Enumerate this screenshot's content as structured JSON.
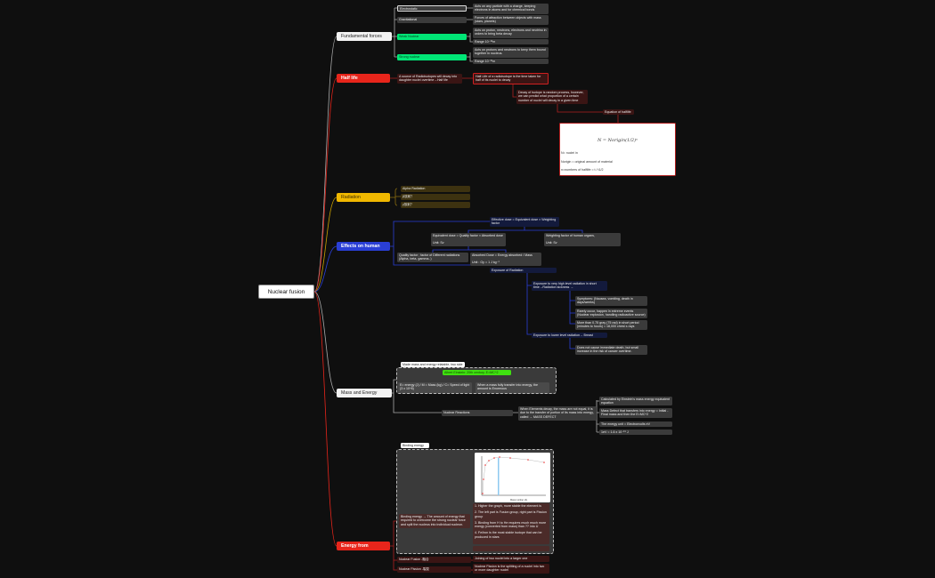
{
  "root": "Nuclear fusion",
  "fundamental": {
    "label": "Fundamental forces",
    "items": [
      {
        "label": "Electrostatic",
        "desc": "Acts on any particle with a charge, keeping electrons in atoms and for chemical bonds"
      },
      {
        "label": "Gravitational",
        "desc": "Forces of attraction between objects with mass (stars, planets)"
      },
      {
        "label": "Weak Nuclear",
        "desc": "Acts on proton, neutrons, electrons and neutrino in orders to bring beta decay",
        "range": "Range 10⁻¹⁸m"
      },
      {
        "label": "Strong nuclear",
        "desc": "Acts on protons and neutrons to keep them bound together in nucleus.",
        "range": "Range 10⁻¹⁵m"
      }
    ]
  },
  "half_life": {
    "label": "Half life",
    "desc1": "A source of Radioisotopes will decay into daughter nuclei overtime→Half life",
    "desc2": "Half-Life of a radioisotope is the time taken for half of its nuclei to decay",
    "desc3": "Decay of isotope is random process, however, we can predict what proportion of a certain number of nuclei will decay in a given time",
    "eq_label": "Equation of halflife",
    "equation": "N = Norigin(1/2)ⁿ",
    "eq_lines": [
      "N= nuclei in",
      "Norigin = original amount of material",
      "n=numbers of halflife = t / t1/2"
    ]
  },
  "radiation": {
    "label": "Radiation",
    "items": [
      "Alpha Radiation",
      "β放射？",
      "γ放射？"
    ]
  },
  "effects": {
    "label": "Effects on human body",
    "effective": "Effective dose = Equivalent dose × Weighting factor",
    "equivalent": "Equivalent dose = Quality factor × Absorbed dose",
    "equivalent_unit": "Unit: Sv",
    "weighting": "Weighting factor of human organs,",
    "weighting_unit": "Unit: Sv",
    "quality": "Quality factor ; factor of Different radiations (Alpha, beta, gamma..)",
    "absorbed": "Absorbed Dose = Energy absorbed / Mass",
    "absorbed_unit": "Unit : Gy = 1 J kg⁻¹",
    "exposure": "Exposure of Radiation",
    "high": "Exposure to very high level radiation in short time→Radiation sickness →",
    "symptoms": "Symptoms: (Nausea, vomiting, death in days/weeks)",
    "rarely": "Rarely occur, happen in extreme events (Nuclear explosion, handling radioactive source)",
    "more_than": "More than 0.75 gray (75 rad) in short period (minutes to hours) = 18,000 chest x-rays",
    "low": "Exposure to lower level radiation→ Breast overtime",
    "does_not": "Does not cause immediate death, but small increase in the risk of cancer overtime."
  },
  "mass_energy": {
    "label": "Mass and Energy",
    "note": "Made mass and energy relatable, two side of same coin",
    "albert": "Albert Einstein: 20th century. E=MC^2",
    "emc": "E= energy (J) / M = Mass (kg) / C= Speed of light (3 x 10^8)",
    "when_mass": "When a mass fully transfer into energy, the amount is Enormous",
    "reactions": "Nuclear Reactions",
    "elements": "When Elements decay, the mass are not equal, it is due to the transfer of portion of its mass into energy, called → MASS DEFECT",
    "right": [
      "Calculated by Einstein's mass energy equivalent equation",
      "Mass Defect that transfers into energy = Initial - Final mass and then the E=MC^2",
      "The energy unit = Electronvolts eV",
      "1eV = 1.6 x 10⁻¹⁹ J"
    ]
  },
  "energy_nucleus": {
    "label": "Energy from nucleus",
    "binding_label": "Binding energy",
    "binding_desc": "Binding energy → The amount of energy that required to overcome the strong nuclear force and split the nucleus into individual nucleon.",
    "points": [
      "1. Higher the graph, more stable the element is",
      "2. The left part is Fusion group, right part is Fission group",
      "3. Binding from H to He requires much much more energy (converted from mass) than ?? into U",
      "4. Fe/iron is the most stable isotope that can be produced in stars"
    ],
    "chart_xlabel": "Mass number (A)",
    "fusion": "Nuclear Fusion -融合",
    "fusion_desc": "Joining of two nuclei into a larger one",
    "fission": "Nuclear Fission -裂变",
    "fission_desc": "Nuclear Fission is the splitting of a nuclei into two or more daughter nuclei"
  },
  "colors": {
    "background": "#0f0f0f",
    "green": "#00e676",
    "red": "#e8251b",
    "yellow": "#f0b800",
    "blue": "#2a3fd6"
  }
}
